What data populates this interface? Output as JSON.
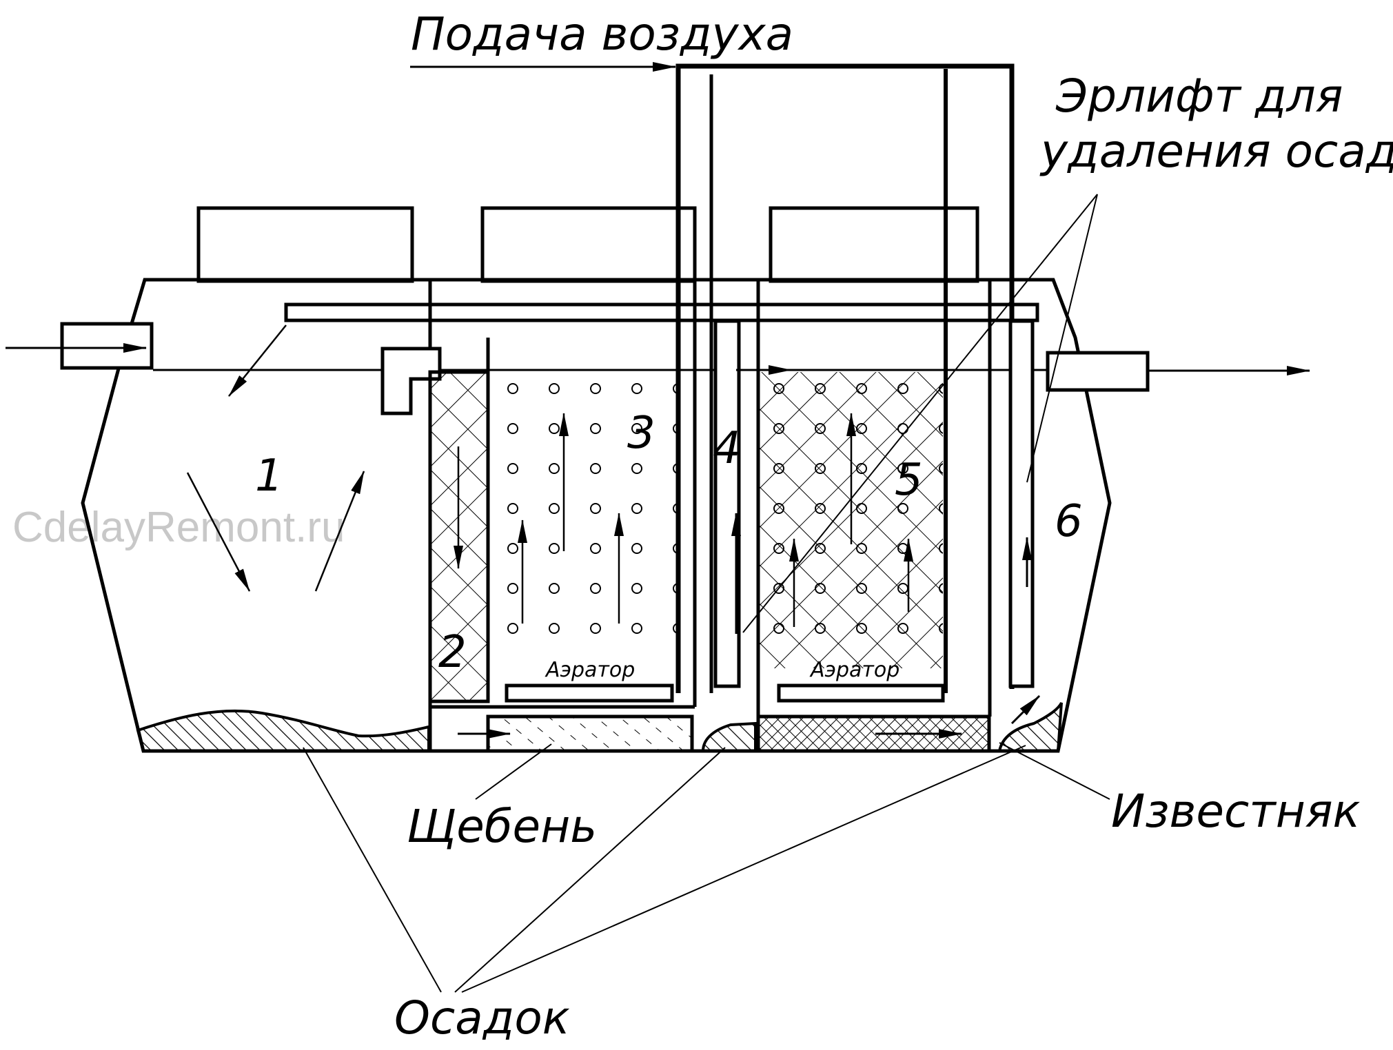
{
  "labels": {
    "air_supply": "Подача воздуха",
    "airlift_line1": "Эрлифт для",
    "airlift_line2": "удаления осадка",
    "crushed_stone": "Щебень",
    "limestone": "Известняк",
    "sediment": "Осадок",
    "aerator_left": "Аэратор",
    "aerator_right": "Аэратор"
  },
  "chambers": {
    "c1": "1",
    "c2": "2",
    "c3": "3",
    "c4": "4",
    "c5": "5",
    "c6": "6"
  },
  "watermark": "CdelayRemont.ru",
  "colors": {
    "line": "#000000",
    "background": "#ffffff",
    "watermark": "#c8c8c8"
  }
}
